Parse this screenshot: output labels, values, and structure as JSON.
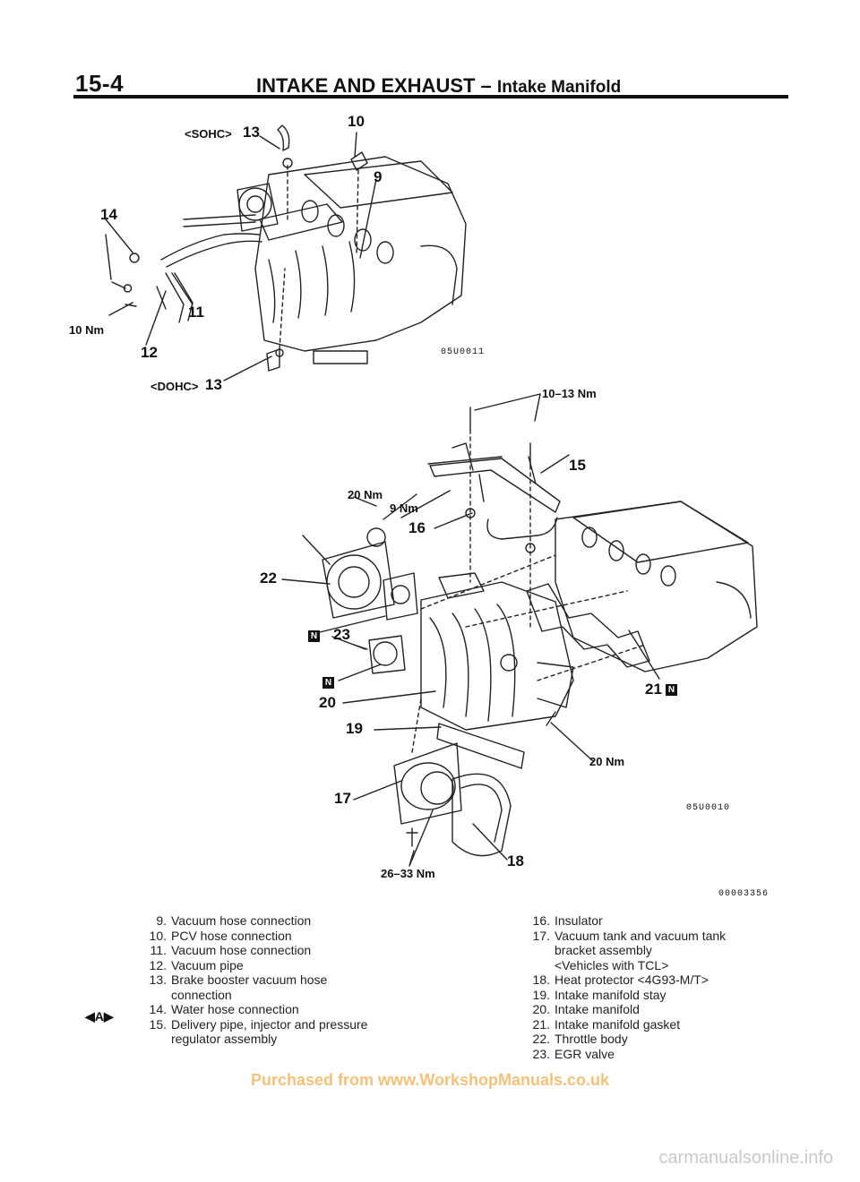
{
  "header": {
    "page_number": "15-4",
    "title_main": "INTAKE AND EXHAUST –",
    "title_sub": "Intake Manifold"
  },
  "upper_diagram": {
    "code": "05U0011",
    "labels": {
      "sohc": "<SOHC>",
      "l13a": "13",
      "l10": "10",
      "l9": "9",
      "l14": "14",
      "l11": "11",
      "l10nm": "10 Nm",
      "l12": "12",
      "dohc": "<DOHC>",
      "l13b": "13"
    }
  },
  "lower_diagram": {
    "code": "05U0010",
    "labels": {
      "t1013": "10–13 Nm",
      "l15": "15",
      "t20a": "20 Nm",
      "t9": "9 Nm",
      "l16": "16",
      "l22": "22",
      "l23": "23",
      "l20": "20",
      "l19": "19",
      "l21": "21",
      "t20b": "20 Nm",
      "l17": "17",
      "l18": "18",
      "t2633": "26–33 Nm",
      "n": "N"
    }
  },
  "figure_id": "00003356",
  "legend_left": [
    {
      "num": "9.",
      "text": "Vacuum hose connection"
    },
    {
      "num": "10.",
      "text": "PCV hose connection"
    },
    {
      "num": "11.",
      "text": "Vacuum hose connection"
    },
    {
      "num": "12.",
      "text": "Vacuum pipe"
    },
    {
      "num": "13.",
      "text": "Brake booster vacuum hose"
    },
    {
      "num": "",
      "text": "connection"
    },
    {
      "num": "14.",
      "text": "Water hose connection"
    },
    {
      "num": "15.",
      "text": "Delivery pipe, injector and pressure"
    },
    {
      "num": "",
      "text": "regulator assembly"
    }
  ],
  "legend_right": [
    {
      "num": "16.",
      "text": "Insulator"
    },
    {
      "num": "17.",
      "text": "Vacuum tank and vacuum tank"
    },
    {
      "num": "",
      "text": "bracket assembly"
    },
    {
      "num": "",
      "text": "<Vehicles with TCL>"
    },
    {
      "num": "18.",
      "text": "Heat protector <4G93-M/T>"
    },
    {
      "num": "19.",
      "text": "Intake manifold stay"
    },
    {
      "num": "20.",
      "text": "Intake manifold"
    },
    {
      "num": "21.",
      "text": "Intake manifold gasket"
    },
    {
      "num": "22.",
      "text": "Throttle body"
    },
    {
      "num": "23.",
      "text": "EGR valve"
    }
  ],
  "nav_marker": "◀A▶",
  "footer_link": "Purchased from www.WorkshopManuals.co.uk",
  "watermark": "carmanualsonline.info"
}
